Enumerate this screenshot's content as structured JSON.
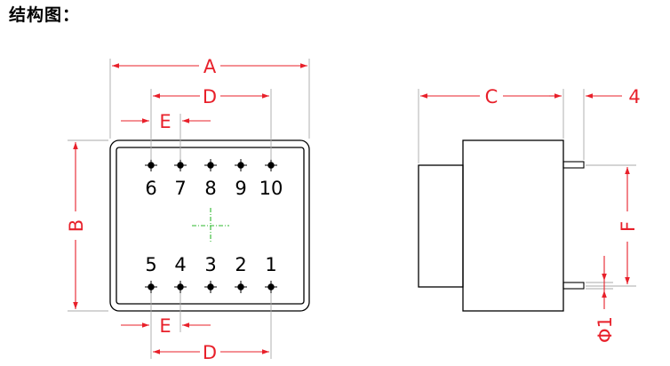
{
  "title": "结构图：",
  "dimensions": {
    "A": "A",
    "B": "B",
    "C": "C",
    "D_top": "D",
    "D_bottom": "D",
    "E_top": "E",
    "E_bottom": "E",
    "F": "F",
    "four": "4",
    "phi1": "Φ1"
  },
  "pins_top": [
    "6",
    "7",
    "8",
    "9",
    "10"
  ],
  "pins_bottom": [
    "5",
    "4",
    "3",
    "2",
    "1"
  ],
  "colors": {
    "dimension": "#e8202a",
    "outline": "#000000",
    "center_mark": "#2eb82e",
    "ext_line": "#b0b0b0"
  }
}
